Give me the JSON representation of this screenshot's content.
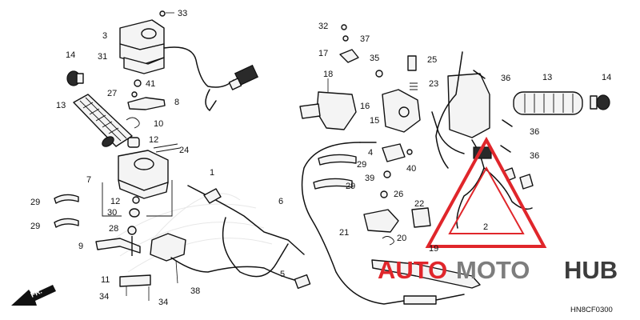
{
  "diagram": {
    "code": "HN8CF0300",
    "direction_label": "FR.",
    "callouts": [
      {
        "id": "c33a",
        "label": "33"
      },
      {
        "id": "c3",
        "label": "3"
      },
      {
        "id": "c31",
        "label": "31"
      },
      {
        "id": "c14a",
        "label": "14"
      },
      {
        "id": "c41",
        "label": "41"
      },
      {
        "id": "c27",
        "label": "27"
      },
      {
        "id": "c8",
        "label": "8"
      },
      {
        "id": "c13a",
        "label": "13"
      },
      {
        "id": "c10",
        "label": "10"
      },
      {
        "id": "c12a",
        "label": "12"
      },
      {
        "id": "c24",
        "label": "24"
      },
      {
        "id": "c7",
        "label": "7"
      },
      {
        "id": "c12b",
        "label": "12"
      },
      {
        "id": "c30",
        "label": "30"
      },
      {
        "id": "c29a",
        "label": "29"
      },
      {
        "id": "c29b",
        "label": "29"
      },
      {
        "id": "c28",
        "label": "28"
      },
      {
        "id": "c9",
        "label": "9"
      },
      {
        "id": "c11",
        "label": "11"
      },
      {
        "id": "c34a",
        "label": "34"
      },
      {
        "id": "c34b",
        "label": "34"
      },
      {
        "id": "c38",
        "label": "38"
      },
      {
        "id": "c1",
        "label": "1"
      },
      {
        "id": "c5",
        "label": "5"
      },
      {
        "id": "c6",
        "label": "6"
      },
      {
        "id": "c18",
        "label": "18"
      },
      {
        "id": "c32",
        "label": "32"
      },
      {
        "id": "c37",
        "label": "37"
      },
      {
        "id": "c17",
        "label": "17"
      },
      {
        "id": "c35",
        "label": "35"
      },
      {
        "id": "c25",
        "label": "25"
      },
      {
        "id": "c23",
        "label": "23"
      },
      {
        "id": "c16",
        "label": "16"
      },
      {
        "id": "c15",
        "label": "15"
      },
      {
        "id": "c4",
        "label": "4"
      },
      {
        "id": "c29c",
        "label": "29"
      },
      {
        "id": "c29d",
        "label": "29"
      },
      {
        "id": "c39",
        "label": "39"
      },
      {
        "id": "c40",
        "label": "40"
      },
      {
        "id": "c26",
        "label": "26"
      },
      {
        "id": "c22",
        "label": "22"
      },
      {
        "id": "c21",
        "label": "21"
      },
      {
        "id": "c20",
        "label": "20"
      },
      {
        "id": "c19",
        "label": "19"
      },
      {
        "id": "c2",
        "label": "2"
      },
      {
        "id": "c36a",
        "label": "36"
      },
      {
        "id": "c36b",
        "label": "36"
      },
      {
        "id": "c36c",
        "label": "36"
      },
      {
        "id": "c13b",
        "label": "13"
      },
      {
        "id": "c14b",
        "label": "14"
      }
    ]
  },
  "watermark": {
    "text_red": "AUTO",
    "text_grey": "MOTO",
    "text_dark": "HUB",
    "color_red": "#e0262b",
    "color_grey": "#7d7d7d",
    "color_dark": "#3c3c3c"
  }
}
